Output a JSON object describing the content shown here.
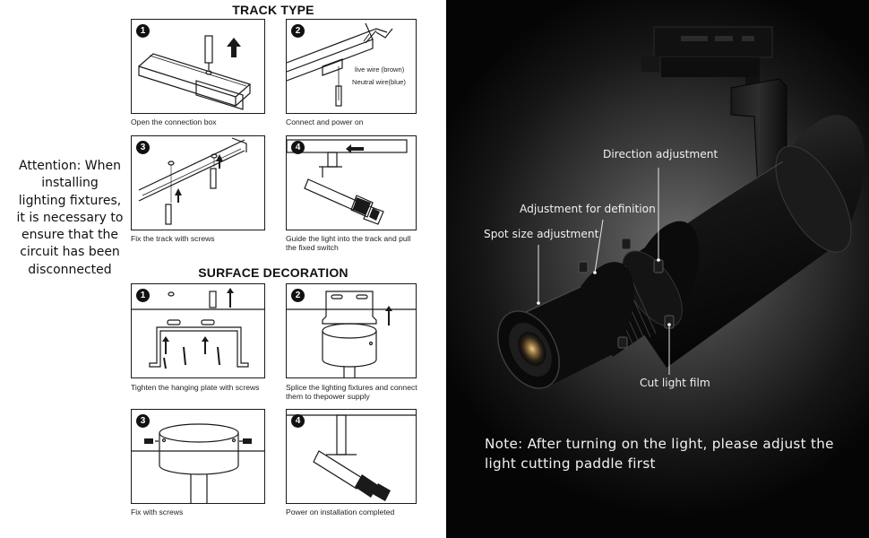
{
  "attention_text": "Attention: When installing lighting fixtures, it is necessary to ensure that the circuit has been disconnected",
  "track": {
    "title": "TRACK TYPE",
    "steps": [
      {
        "num": "1",
        "caption": "Open the connection box"
      },
      {
        "num": "2",
        "caption": "Connect and power on"
      },
      {
        "num": "3",
        "caption": "Fix the track with screws"
      },
      {
        "num": "4",
        "caption": "Guide the light into the track and pull the fixed switch"
      }
    ],
    "wire_brown": "live wire (brown)",
    "wire_blue": "Neutral wire(blue)"
  },
  "surface": {
    "title": "SURFACE DECORATION",
    "steps": [
      {
        "num": "1",
        "caption": "Tighten the hanging plate with screws"
      },
      {
        "num": "2",
        "caption": "Splice the lighting fixtures and connect them to thepower supply"
      },
      {
        "num": "3",
        "caption": "Fix with screws"
      },
      {
        "num": "4",
        "caption": "Power on installation completed"
      }
    ]
  },
  "product": {
    "callouts": {
      "direction": "Direction adjustment",
      "definition": "Adjustment for definition",
      "spot": "Spot size adjustment",
      "cut": "Cut light film"
    },
    "note": "Note: After turning on the light, please adjust the light cutting paddle first"
  },
  "colors": {
    "line": "#1a1a1a",
    "background_dark": "#0a0a0a",
    "text_light": "#f0f0f0"
  }
}
